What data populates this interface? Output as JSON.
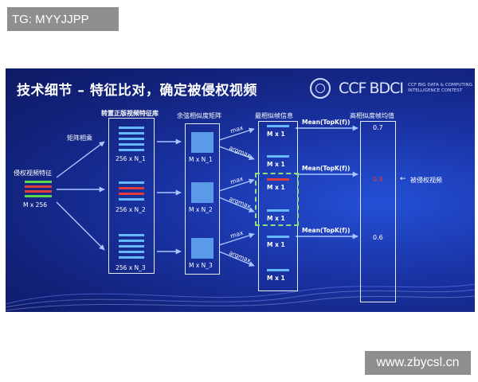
{
  "watermark_top": "TG: MYYJJPP",
  "watermark_bottom": "www.zbycsl.cn",
  "slide": {
    "title": "技术细节 – 特征比对，确定被侵权视频",
    "sponsor_logo": [
      "CCF",
      "BDCI"
    ],
    "sponsor_text": "CCF BIG DATA & COMPUTING INTELLIGENCE CONTEST"
  },
  "labels": {
    "infringing_feature": "侵权视频特征",
    "infringing_size": "M x 256",
    "matrix_multiply": "矩阵相乘",
    "library_title": "转置正版视频特征库",
    "lib_sizes": [
      "256 x N_1",
      "256 x N_2",
      "256 x N_3"
    ],
    "cosine_title": "余弦相似度矩阵",
    "cos_sizes": [
      "M x N_1",
      "M x N_2",
      "M x N_3"
    ],
    "max": "max",
    "argmax": "argmax",
    "most_similar_title": "最相似帧信息",
    "mx1": "M x 1",
    "mean_label": "Mean(TopK(f))",
    "avg_title": "高相似度帧均值",
    "values": [
      "0.7",
      "0.8",
      "0.6"
    ],
    "infringed_video": "被侵权视频",
    "arrow_left": "←"
  },
  "colors": {
    "bar_blue": "#66b8ff",
    "bar_red": "#e13b3b",
    "bar_green": "#59d64a",
    "highlight_value": "#e13b3b"
  }
}
